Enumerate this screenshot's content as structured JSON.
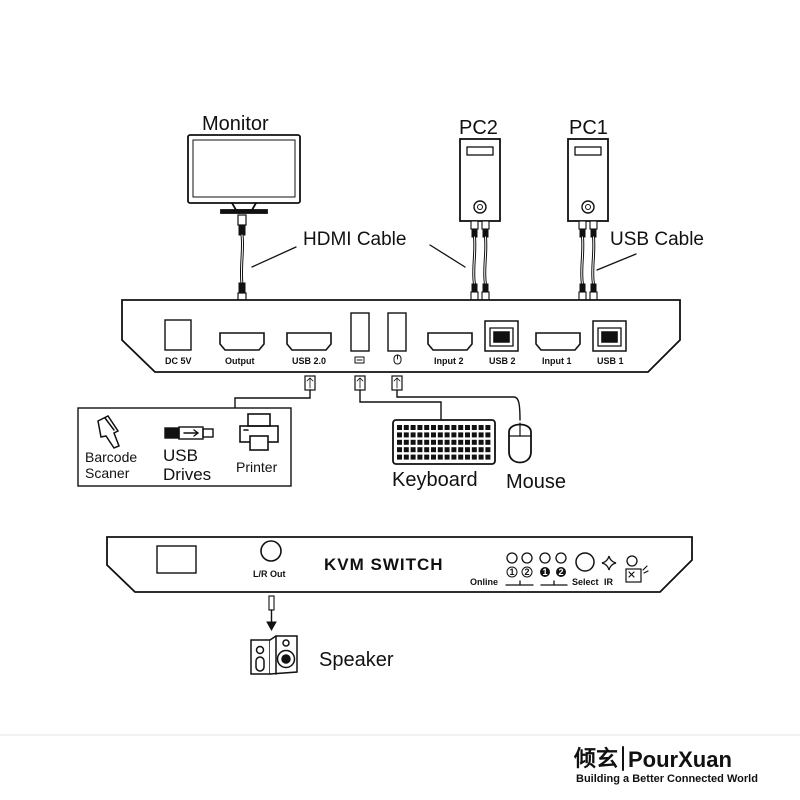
{
  "devices": {
    "monitor": "Monitor",
    "pc2": "PC2",
    "pc1": "PC1",
    "keyboard": "Keyboard",
    "mouse": "Mouse",
    "speaker": "Speaker"
  },
  "cables": {
    "hdmi": "HDMI Cable",
    "usb": "USB Cable"
  },
  "usb_devices": {
    "barcode_line1": "Barcode",
    "barcode_line2": "Scaner",
    "usb_drives_line1": "USB",
    "usb_drives_line2": "Drives",
    "printer": "Printer"
  },
  "back_panel": {
    "dc": "DC 5V",
    "output": "Output",
    "usb20": "USB 2.0",
    "input2": "Input 2",
    "usb2": "USB 2",
    "input1": "Input 1",
    "usb1": "USB 1"
  },
  "front_panel": {
    "title": "KVM SWITCH",
    "lr_out": "L/R Out",
    "online": "Online",
    "select": "Select",
    "ir": "IR",
    "num1": "1",
    "num2": "2"
  },
  "brand": {
    "chinese": "倾玄",
    "name": "PourXuan",
    "tagline": "Building a Better Connected World"
  }
}
